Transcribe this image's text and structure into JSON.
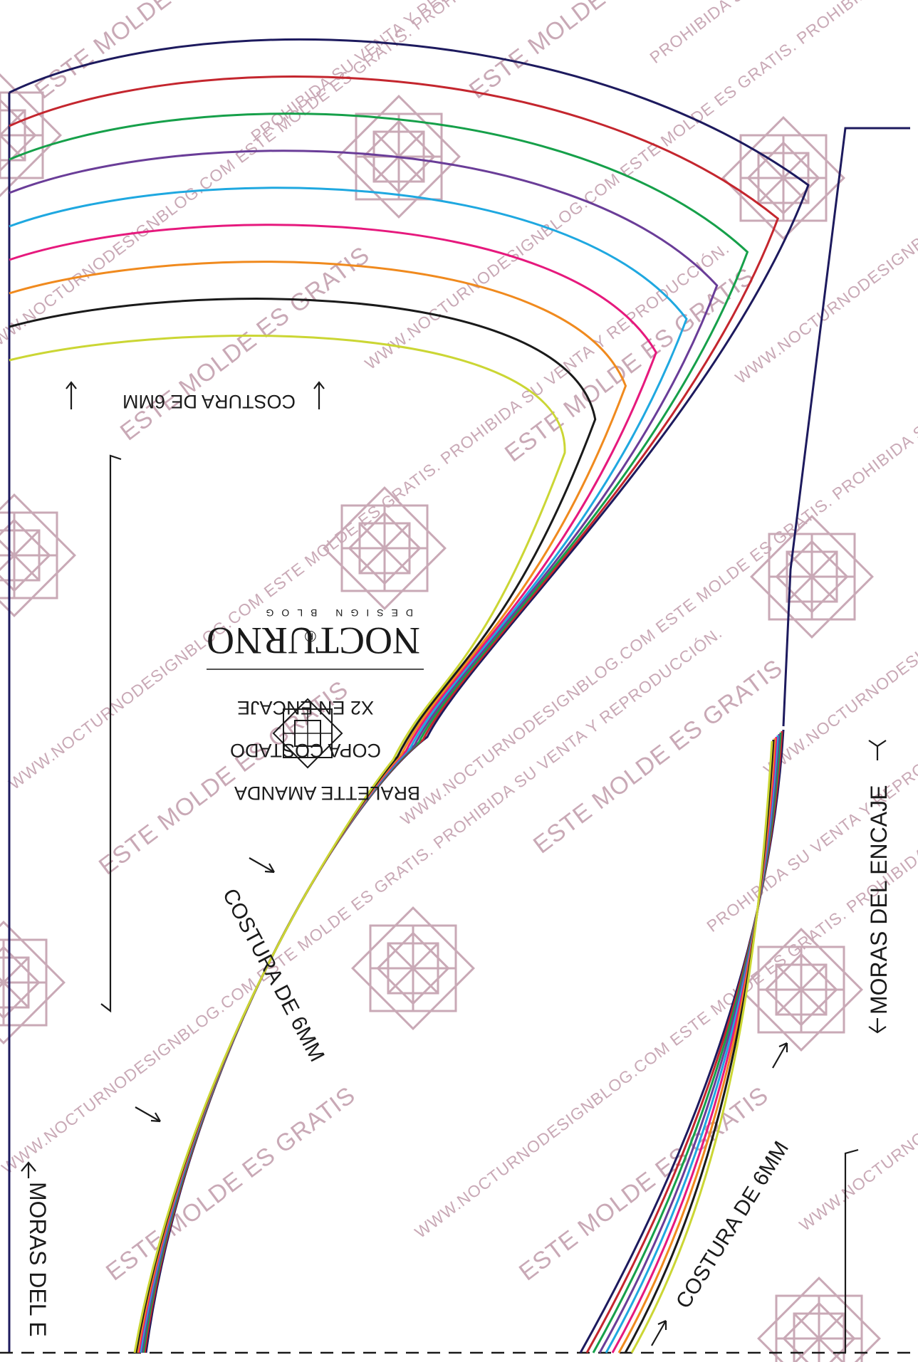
{
  "pattern": {
    "brand_name": "NOCTURNO",
    "brand_sub": "DESIGN BLOG",
    "brand_mark": "®",
    "title_lines": [
      "BRALETTE AMANDA",
      "COPA COSTADO",
      "X2 EN ENCAJE"
    ],
    "seam_top": "COSTURA DE 6MM",
    "seam_middle": "COSTURA DE 6MM",
    "seam_bottom": "COSTURA DE 6MM",
    "moras_right": "MORAS DEL ENCAJE",
    "moras_left": "MORAS DEL E"
  },
  "watermarks": {
    "free": "ESTE MOLDE ES GRATIS",
    "free_long": "ESTE MOLDE ES GRATIS. PROHIBIDA SU VENTA Y REPRODUCCIÓN.",
    "site_long": "WWW.NOCTURNODESIGNBLOG.COM",
    "prohibited": "PROHIBIDA SU VENTA Y REPRODUCCIÓN.",
    "chain": "WWW.NOCTURNODESIGNBLOG.COM   ESTE MOLDE ES GRATIS. PROHIBIDA SU VENTA Y REPRODUCCIÓN.",
    "color": "#c9a9b6"
  },
  "size_lines": [
    {
      "color": "#1d1a5e"
    },
    {
      "color": "#c4262e"
    },
    {
      "color": "#16a04a"
    },
    {
      "color": "#6a3d98"
    },
    {
      "color": "#1fa8e0"
    },
    {
      "color": "#e6197d"
    },
    {
      "color": "#f08a1e"
    },
    {
      "color": "#1a1a1a"
    },
    {
      "color": "#cbd634"
    }
  ],
  "icons": [
    "rose-window-icon",
    "arrow-icon"
  ]
}
